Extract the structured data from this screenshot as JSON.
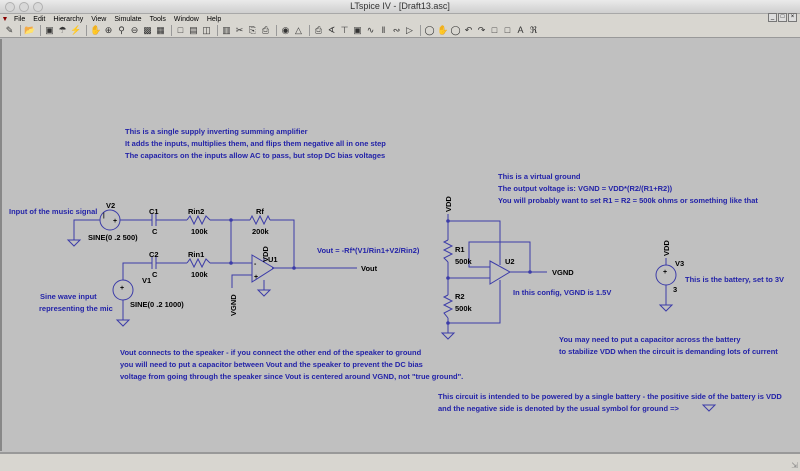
{
  "window": {
    "title": "LTspice IV - [Draft13.asc]"
  },
  "menu": [
    "File",
    "Edit",
    "Hierarchy",
    "View",
    "Simulate",
    "Tools",
    "Window",
    "Help"
  ],
  "toolbar_icons": [
    "new-schematic-icon",
    "open-icon",
    "save-icon",
    "control-panel-icon",
    "run-icon",
    "halt-icon",
    "zoom-in-icon",
    "zoom-pan-icon",
    "zoom-out-icon",
    "zoom-fit-icon",
    "autorange-icon",
    "bode-icon",
    "tile-horizontal-icon",
    "cascade-icon",
    "tile-vertical-icon",
    "cut-icon",
    "copy-icon",
    "paste-icon",
    "find-icon",
    "print-setup-icon",
    "print-icon",
    "wire-icon",
    "ground-icon",
    "label-icon",
    "resistor-icon",
    "capacitor-icon",
    "inductor-icon",
    "diode-icon",
    "component-icon",
    "move-icon",
    "drag-icon",
    "undo-icon",
    "redo-icon",
    "rotate-icon",
    "mirror-icon",
    "text-icon",
    "spice-directive-icon"
  ],
  "notes": {
    "summing": [
      "This is a single supply inverting summing amplifier",
      "It adds the inputs, multiplies them, and flips them negative all in one step",
      "The capacitors on the inputs allow AC to pass, but stop DC bias voltages"
    ],
    "music": "Input of the music signal",
    "mic": [
      "Sine wave input",
      "representing the mic"
    ],
    "formula": "Vout = -Rf*(V1/Rin1+V2/Rin2)",
    "vground": [
      "This is a virtual ground",
      "The output voltage is:   VGND = VDD*(R2/(R1+R2))",
      "You will probably want to set R1 = R2 = 500k ohms or something like that"
    ],
    "config": "In this config, VGND is 1.5V",
    "battery": "This is the battery, set to 3V",
    "cap": [
      "You may need to put a capacitor across the battery",
      "to stabilize VDD when the circuit is demanding lots of current"
    ],
    "speaker": [
      "Vout connects to the speaker - if you connect the other end of the speaker to ground",
      "you will need to put a capacitor between Vout and the speaker to prevent the DC bias",
      "voltage from going through the speaker since Vout is centered around VGND, not \"true ground\"."
    ],
    "power": [
      "This circuit is intended to be powered by a single battery - the positive side of the battery is VDD",
      "and the negative side is denoted by the usual symbol for ground =>"
    ]
  },
  "components": {
    "V2": {
      "name": "V2",
      "value": "SINE(0 .2 500)"
    },
    "V1": {
      "name": "V1",
      "value": "SINE(0 .2 1000)"
    },
    "C1": {
      "name": "C1",
      "value": "C"
    },
    "C2": {
      "name": "C2",
      "value": "C"
    },
    "Rin2": {
      "name": "Rin2",
      "value": "100k"
    },
    "Rin1": {
      "name": "Rin1",
      "value": "100k"
    },
    "Rf": {
      "name": "Rf",
      "value": "200k"
    },
    "U1": {
      "name": "U1"
    },
    "U2": {
      "name": "U2"
    },
    "R1": {
      "name": "R1",
      "value": "500k"
    },
    "R2": {
      "name": "R2",
      "value": "500k"
    },
    "V3": {
      "name": "V3",
      "value": "3"
    }
  },
  "nets": {
    "vdd": "VDD",
    "vgnd": "VGND",
    "vout": "Vout"
  }
}
